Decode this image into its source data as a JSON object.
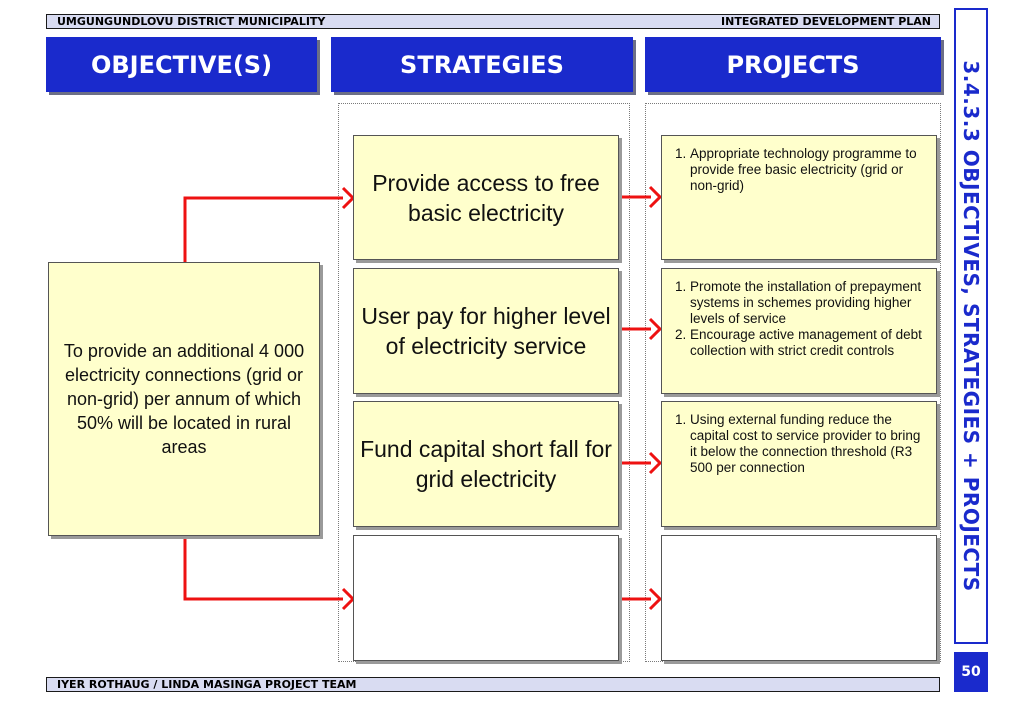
{
  "header": {
    "left": "UMGUNGUNDLOVU DISTRICT MUNICIPALITY",
    "right": "INTEGRATED DEVELOPMENT PLAN"
  },
  "columns": {
    "objectives": "OBJECTIVE(S)",
    "strategies": "STRATEGIES",
    "projects": "PROJECTS"
  },
  "objective": "To provide an additional 4 000 electricity connections (grid or non-grid) per annum of which 50% will be located in rural areas",
  "strategies": [
    "Provide access to free basic electricity",
    "User pay for higher level of electricity service",
    "Fund capital short fall for grid electricity",
    ""
  ],
  "projects": [
    [
      "Appropriate technology programme to provide free basic electricity (grid or non-grid)"
    ],
    [
      "Promote the installation of prepayment systems in schemes providing higher levels of service",
      "Encourage active management of debt collection with strict credit controls"
    ],
    [
      "Using external funding reduce the capital cost to service provider to bring it below the connection threshold (R3 500 per connection"
    ],
    []
  ],
  "side_title": "3.4.3.3 OBJECTIVES, STRATEGIES + PROJECTS",
  "page_number": "50",
  "footer": "IYER ROTHAUG / LINDA MASINGA PROJECT TEAM",
  "colors": {
    "accent": "#1a2acc",
    "box_fill": "#ffffcc",
    "arrow": "#ee1111",
    "bar_fill": "#d9dcf2"
  }
}
